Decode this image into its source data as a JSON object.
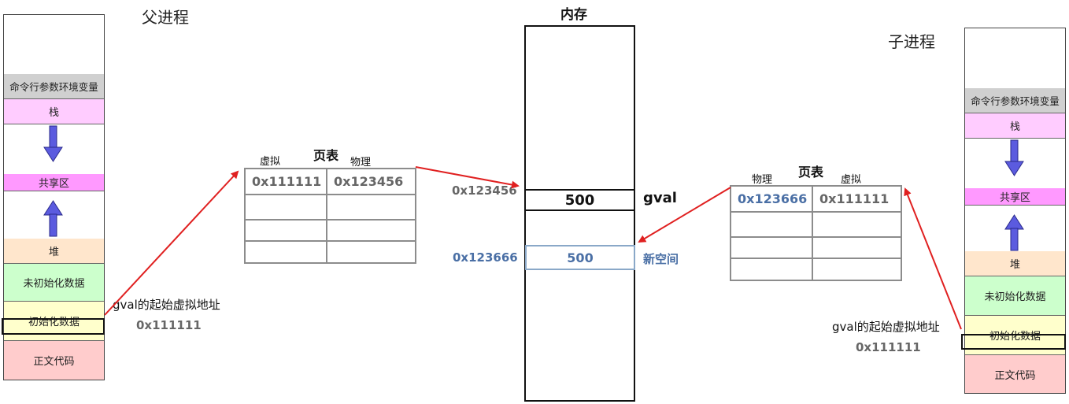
{
  "parent": {
    "title": "父进程",
    "segments": {
      "env": "命令行参数环境变量",
      "stack": "栈",
      "shared": "共享区",
      "heap": "堆",
      "bss": "未初始化数据",
      "data": "初始化数据",
      "text": "正文代码"
    },
    "var_label": "gval的起始虚拟地址",
    "var_addr": "0x111111"
  },
  "child": {
    "title": "子进程",
    "segments": {
      "env": "命令行参数环境变量",
      "stack": "栈",
      "shared": "共享区",
      "heap": "堆",
      "bss": "未初始化数据",
      "data": "初始化数据",
      "text": "正文代码"
    },
    "var_label": "gval的起始虚拟地址",
    "var_addr": "0x111111"
  },
  "parent_page_table": {
    "title": "页表",
    "col_virtual": "虚拟",
    "col_physical": "物理",
    "virtual_addr": "0x111111",
    "physical_addr": "0x123456"
  },
  "child_page_table": {
    "title": "页表",
    "col_physical": "物理",
    "col_virtual": "虚拟",
    "physical_addr": "0x123666",
    "virtual_addr": "0x111111"
  },
  "memory": {
    "title": "内存",
    "orig_addr": "0x123456",
    "orig_value": "500",
    "orig_label": "gval",
    "new_addr": "0x123666",
    "new_value": "500",
    "new_label": "新空间"
  },
  "colors": {
    "arrow": "#e02020",
    "new_space": "#4a6fa5",
    "shared": "#ff99ff",
    "stack_arrow": "#5b5bdf"
  }
}
